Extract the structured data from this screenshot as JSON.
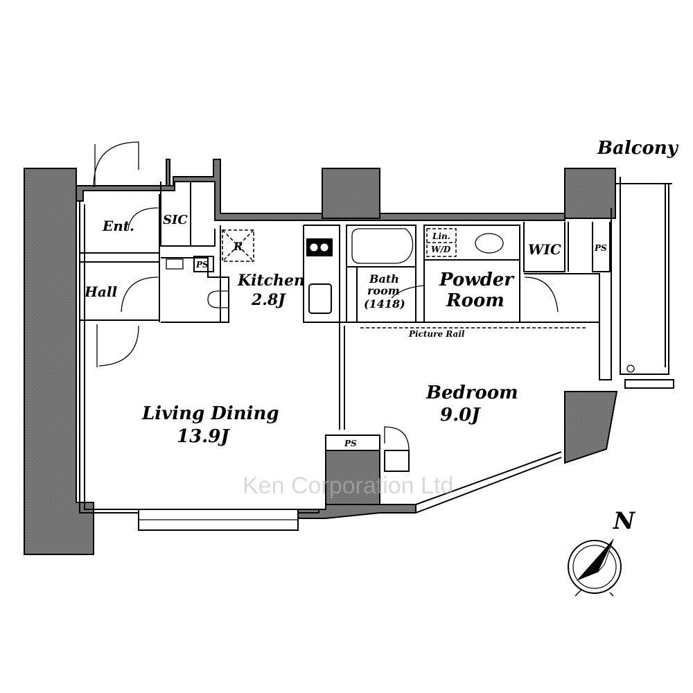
{
  "plan": {
    "balcony": "Balcony",
    "entrance": "Ent.",
    "sic": "SIC",
    "ps_top": "PS",
    "ps_wic": "PS",
    "ps_bottom": "PS",
    "refrigerator": "R",
    "hall": "Hall",
    "kitchen": "Kitchen",
    "kitchen_size": "2.8J",
    "bath_line1": "Bath",
    "bath_line2": "room",
    "bath_line3": "(1418)",
    "linen": "Lin.",
    "washer_dryer": "W/D",
    "powder_line1": "Powder",
    "powder_line2": "Room",
    "wic": "WIC",
    "picture_rail": "Picture Rail",
    "living": "Living Dining",
    "living_size": "13.9J",
    "bedroom": "Bedroom",
    "bedroom_size": "9.0J",
    "north": "N",
    "watermark": "Ken Corporation Ltd"
  },
  "colors": {
    "wall": "#6a6a6a",
    "line": "#000000"
  }
}
